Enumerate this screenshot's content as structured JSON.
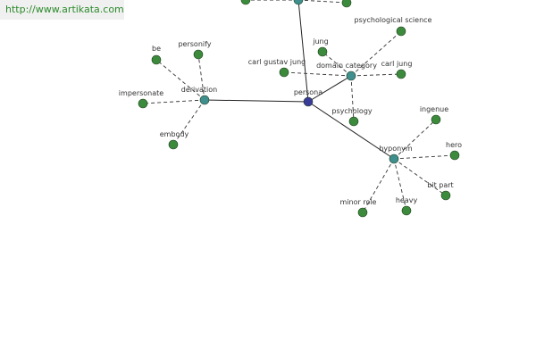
{
  "watermark": {
    "url": "http://www.artikata.com"
  },
  "colors": {
    "center_node": "#3a3a9a",
    "hub_node": "#3f8f8f",
    "leaf_node": "#3c8a3c",
    "solid_edge": "#222222",
    "dashed_edge": "#333333"
  },
  "graph": {
    "nodes": [
      {
        "id": "persona",
        "label": "persona",
        "kind": "center"
      },
      {
        "id": "derivation",
        "label": "derivation",
        "kind": "hub"
      },
      {
        "id": "domain-category",
        "label": "domain category",
        "kind": "hub"
      },
      {
        "id": "hyponym",
        "label": "hyponym",
        "kind": "hub"
      },
      {
        "id": "top-hub",
        "label": "",
        "kind": "hub"
      },
      {
        "id": "be",
        "label": "be",
        "kind": "leaf"
      },
      {
        "id": "personify",
        "label": "personify",
        "kind": "leaf"
      },
      {
        "id": "impersonate",
        "label": "impersonate",
        "kind": "leaf"
      },
      {
        "id": "embody",
        "label": "embody",
        "kind": "leaf"
      },
      {
        "id": "jung",
        "label": "jung",
        "kind": "leaf"
      },
      {
        "id": "psychological-science",
        "label": "psychological science",
        "kind": "leaf"
      },
      {
        "id": "carl-gustav-jung",
        "label": "carl gustav jung",
        "kind": "leaf"
      },
      {
        "id": "carl-jung",
        "label": "carl jung",
        "kind": "leaf"
      },
      {
        "id": "psychology",
        "label": "psychology",
        "kind": "leaf"
      },
      {
        "id": "ingenue",
        "label": "ingenue",
        "kind": "leaf"
      },
      {
        "id": "hero",
        "label": "hero",
        "kind": "leaf"
      },
      {
        "id": "bit-part",
        "label": "bit part",
        "kind": "leaf"
      },
      {
        "id": "heavy",
        "label": "heavy",
        "kind": "leaf"
      },
      {
        "id": "minor-role",
        "label": "minor role",
        "kind": "leaf"
      },
      {
        "id": "top-left-leaf",
        "label": "",
        "kind": "leaf"
      },
      {
        "id": "top-right-leaf",
        "label": "",
        "kind": "leaf"
      }
    ],
    "edges": [
      {
        "from": "persona",
        "to": "derivation",
        "style": "solid"
      },
      {
        "from": "persona",
        "to": "domain-category",
        "style": "solid"
      },
      {
        "from": "persona",
        "to": "hyponym",
        "style": "solid"
      },
      {
        "from": "persona",
        "to": "top-hub",
        "style": "solid"
      },
      {
        "from": "derivation",
        "to": "be",
        "style": "dashed"
      },
      {
        "from": "derivation",
        "to": "personify",
        "style": "dashed"
      },
      {
        "from": "derivation",
        "to": "impersonate",
        "style": "dashed"
      },
      {
        "from": "derivation",
        "to": "embody",
        "style": "dashed"
      },
      {
        "from": "domain-category",
        "to": "jung",
        "style": "dashed"
      },
      {
        "from": "domain-category",
        "to": "psychological-science",
        "style": "dashed"
      },
      {
        "from": "domain-category",
        "to": "carl-gustav-jung",
        "style": "dashed"
      },
      {
        "from": "domain-category",
        "to": "carl-jung",
        "style": "dashed"
      },
      {
        "from": "domain-category",
        "to": "psychology",
        "style": "dashed"
      },
      {
        "from": "hyponym",
        "to": "ingenue",
        "style": "dashed"
      },
      {
        "from": "hyponym",
        "to": "hero",
        "style": "dashed"
      },
      {
        "from": "hyponym",
        "to": "bit-part",
        "style": "dashed"
      },
      {
        "from": "hyponym",
        "to": "heavy",
        "style": "dashed"
      },
      {
        "from": "hyponym",
        "to": "minor-role",
        "style": "dashed"
      },
      {
        "from": "top-hub",
        "to": "top-left-leaf",
        "style": "dashed"
      },
      {
        "from": "top-hub",
        "to": "top-right-leaf",
        "style": "dashed"
      }
    ]
  }
}
